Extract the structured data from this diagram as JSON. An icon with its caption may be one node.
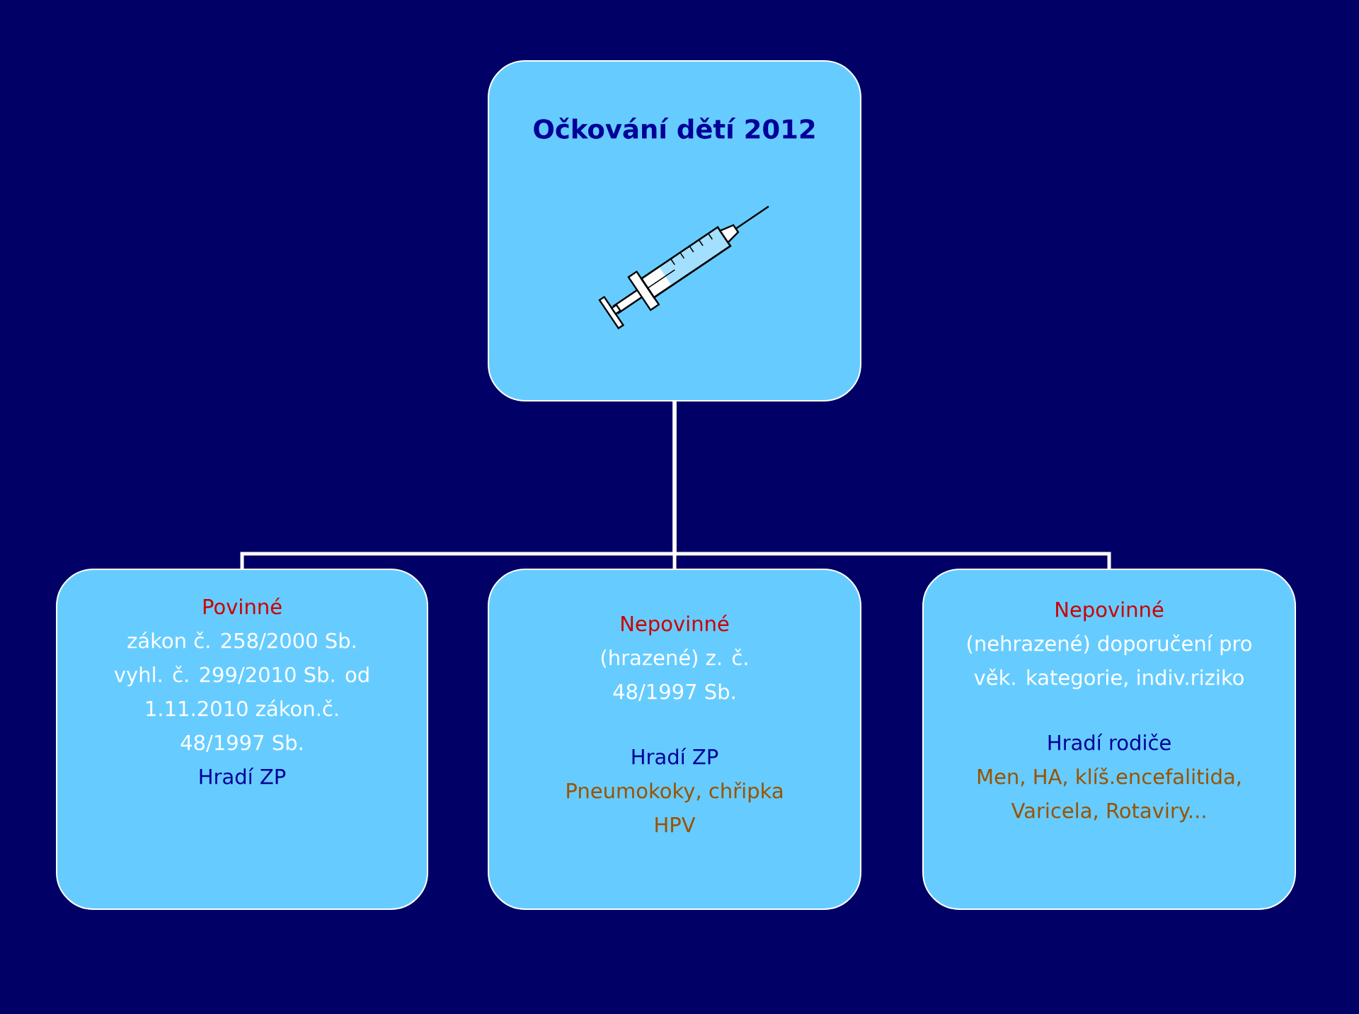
{
  "diagram": {
    "nodes": [
      {
        "text": [
          "Očkování dětí 2012"
        ]
      },
      {
        "text": [
          "Povinné",
          "zákon č. 258/2000 Sb. vyhl. č. 299/2010 Sb. od 1.11.2010 zákon.č. 48/1997 Sb.",
          "Hradí ZP"
        ]
      },
      {
        "text": [
          "Nepovinné",
          "(hrazené) z. č. 48/1997 Sb.",
          "Hradí ZP",
          "Pneumokoky, chřipka HPV"
        ]
      },
      {
        "text": [
          "Nepovinné",
          "(nehrazené) doporučení pro věk. kategorie, indiv.riziko",
          "Hradí rodiče",
          "Men, HA, klíš.encefalitida, Varicela, Rotaviry..."
        ]
      }
    ],
    "edges": [
      {
        "from": 0,
        "to": 1,
        "arrow": "none"
      },
      {
        "from": 0,
        "to": 2,
        "arrow": "none"
      },
      {
        "from": 0,
        "to": 3,
        "arrow": "none"
      }
    ]
  }
}
